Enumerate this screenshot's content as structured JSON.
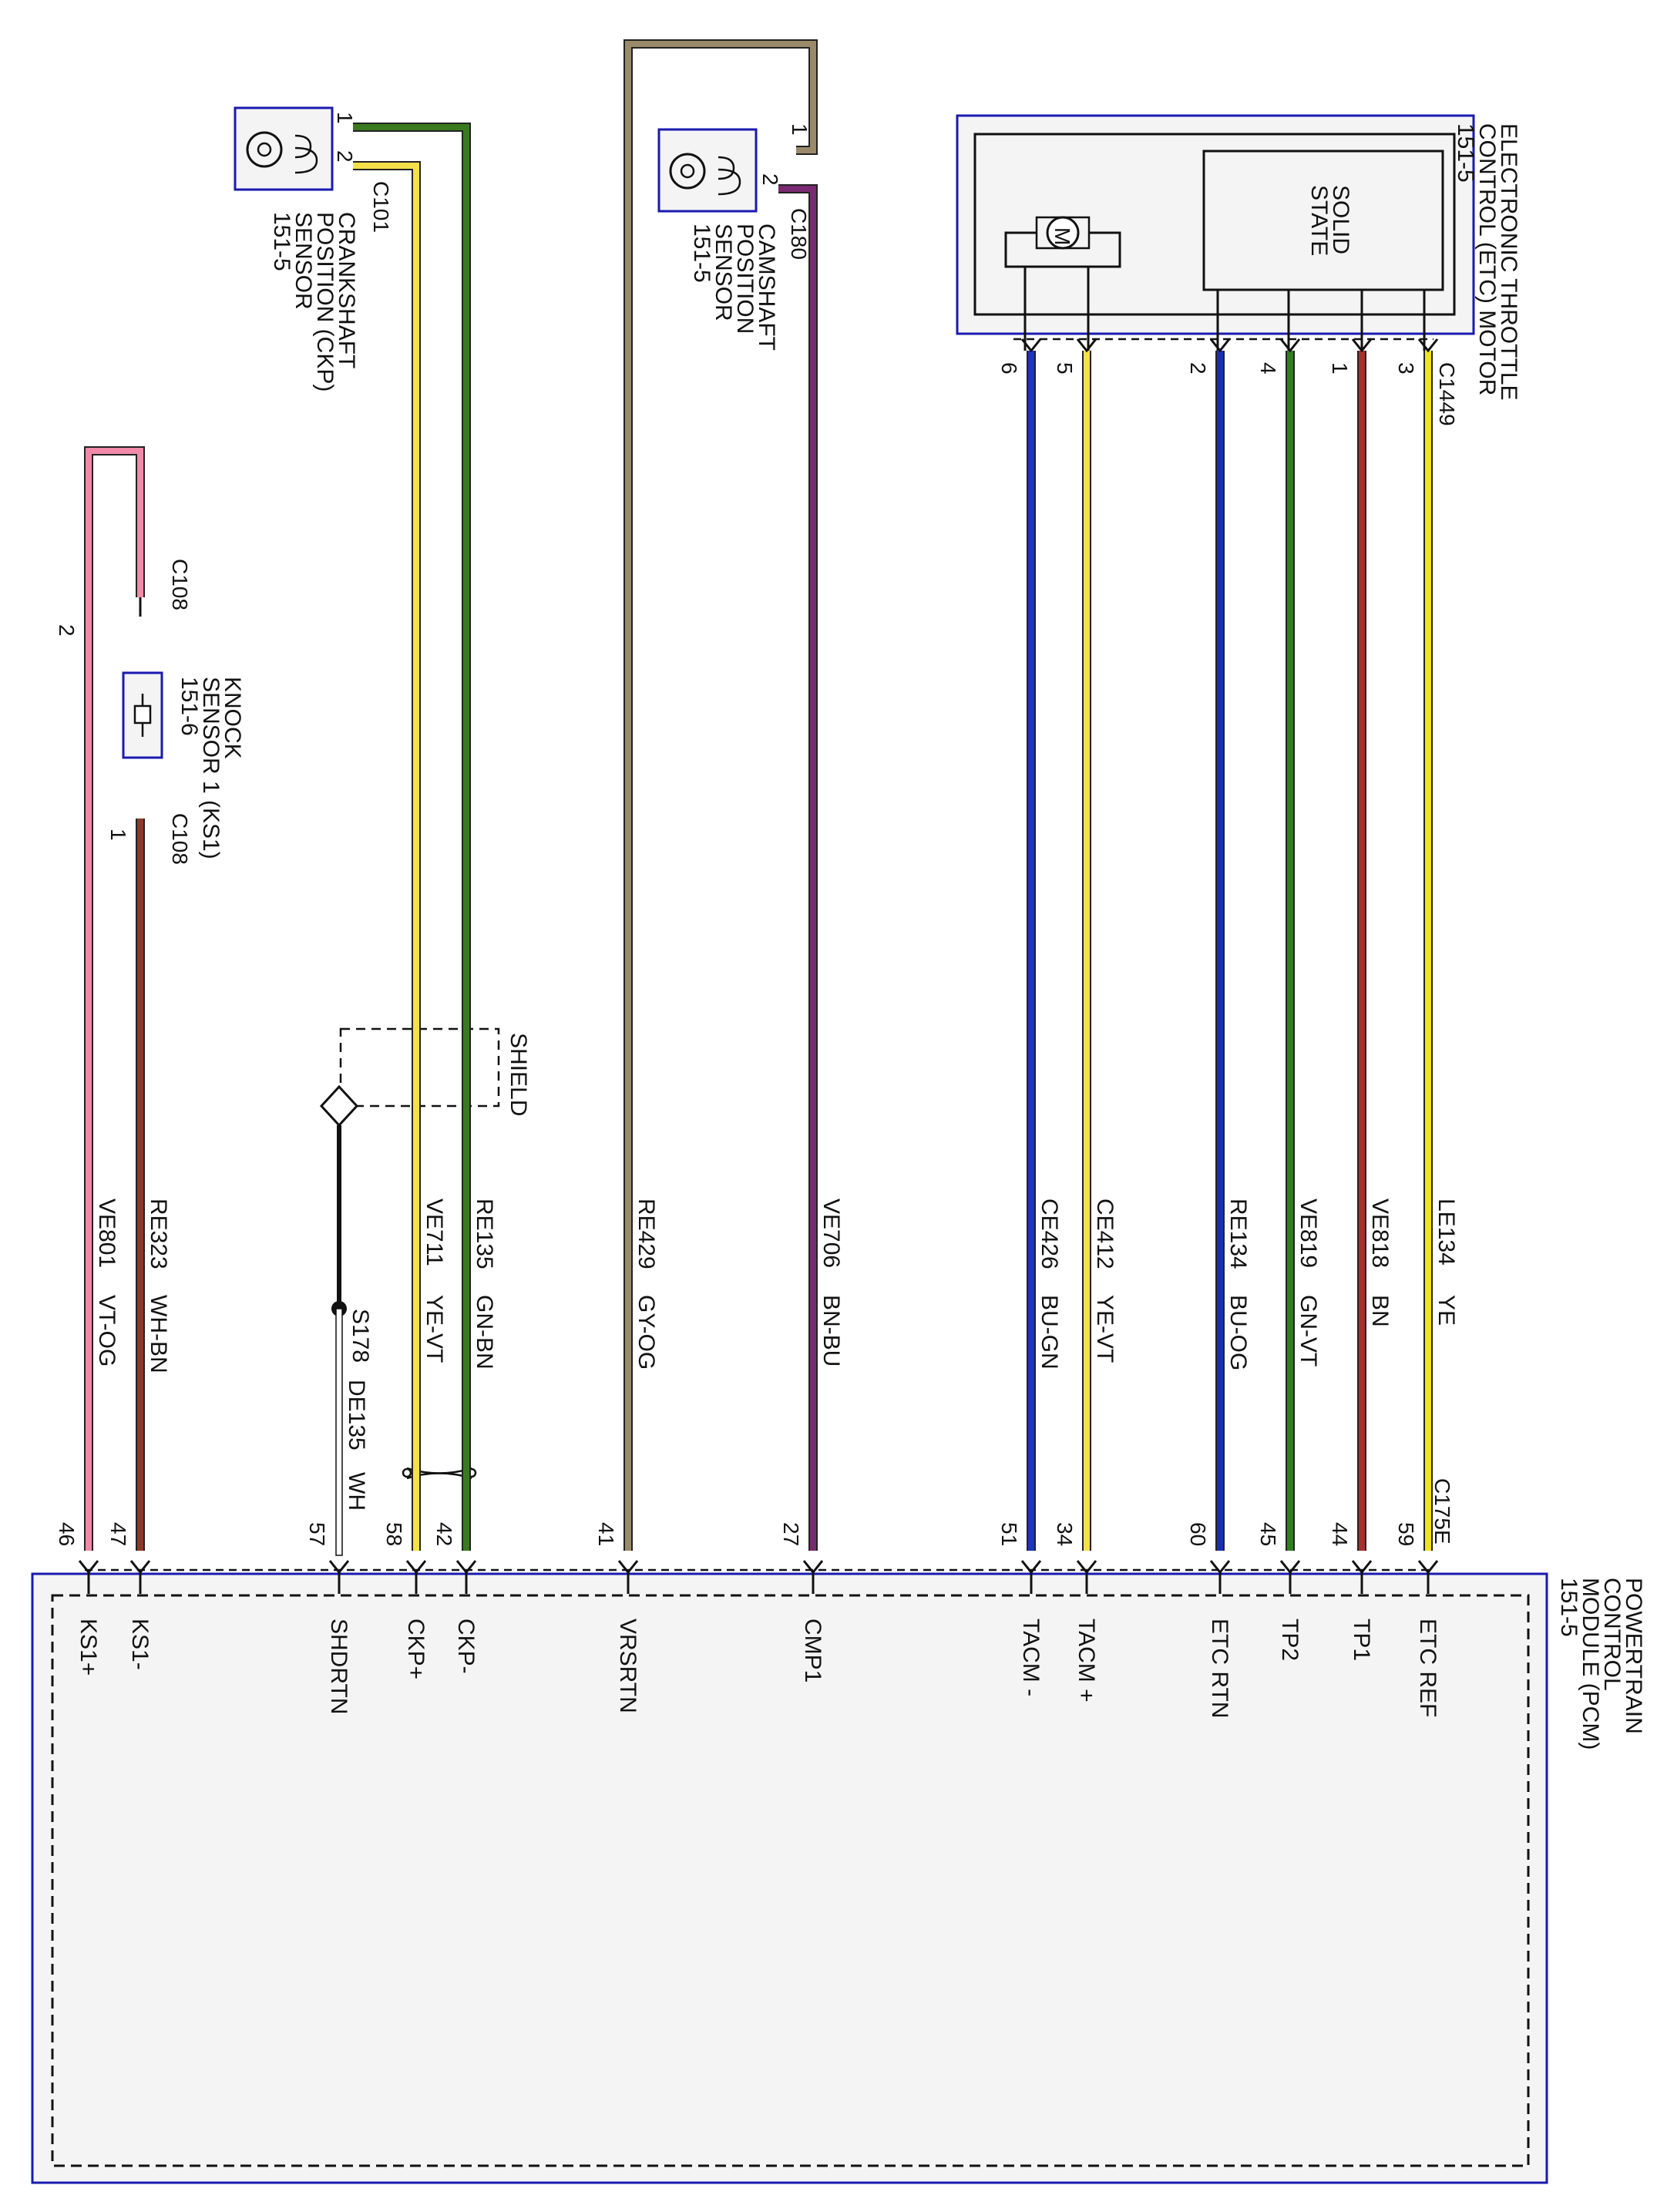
{
  "modules": {
    "pcm": {
      "lines": [
        "POWERTRAIN",
        "CONTROL",
        "MODULE (PCM)",
        "151-5"
      ]
    },
    "etc": {
      "lines": [
        "ELECTRONIC THROTTLE",
        "CONTROL (ETC) MOTOR",
        "151-5"
      ],
      "solid_state": [
        "SOLID",
        "STATE"
      ],
      "motor_symbol": "M",
      "connector": "C1449"
    },
    "cam": {
      "lines": [
        "CAMSHAFT",
        "POSITION",
        "SENSOR",
        "151-5"
      ],
      "connector": "C180"
    },
    "ckp": {
      "lines": [
        "CRANKSHAFT",
        "POSITION (CKP)",
        "SENSOR",
        "151-5"
      ],
      "connector": "C101"
    },
    "knock": {
      "lines": [
        "KNOCK",
        "SENSOR 1 (KS1)",
        "151-6"
      ],
      "connector_top": "C108",
      "connector_bottom": "C108"
    }
  },
  "pcm_connector": "C175E",
  "shield_label": "SHIELD",
  "splice": {
    "name": "S178",
    "circuit": "DE135",
    "color": "WH"
  },
  "wires": [
    {
      "circuit": "LE134",
      "color": "YE",
      "pcm_pin": "59",
      "pcm_signal": "ETC REF",
      "device_pin": "3",
      "hex": "#f2e41c"
    },
    {
      "circuit": "VE818",
      "color": "BN",
      "pcm_pin": "44",
      "pcm_signal": "TP1",
      "device_pin": "1",
      "hex": "#a6302c"
    },
    {
      "circuit": "VE819",
      "color": "GN-VT",
      "pcm_pin": "45",
      "pcm_signal": "TP2",
      "device_pin": "4",
      "hex": "#2f7f1f"
    },
    {
      "circuit": "RE134",
      "color": "BU-OG",
      "pcm_pin": "60",
      "pcm_signal": "ETC RTN",
      "device_pin": "2",
      "hex": "#1a2fb0"
    },
    {
      "circuit": "CE412",
      "color": "YE-VT",
      "pcm_pin": "34",
      "pcm_signal": "TACM +",
      "device_pin": "5",
      "hex": "#f4e04a"
    },
    {
      "circuit": "CE426",
      "color": "BU-GN",
      "pcm_pin": "51",
      "pcm_signal": "TACM -",
      "device_pin": "6",
      "hex": "#1f34c2"
    },
    {
      "circuit": "VE706",
      "color": "BN-BU",
      "pcm_pin": "27",
      "pcm_signal": "CMP1",
      "device_pin": "2",
      "hex": "#7a2a70"
    },
    {
      "circuit": "RE429",
      "color": "GY-OG",
      "pcm_pin": "41",
      "pcm_signal": "VRSRTN",
      "device_pin": "1",
      "hex": "#9a8a6a"
    },
    {
      "circuit": "RE135",
      "color": "GN-BN",
      "pcm_pin": "42",
      "pcm_signal": "CKP-",
      "device_pin": "1",
      "hex": "#3a7a1f"
    },
    {
      "circuit": "VE711",
      "color": "YE-VT",
      "pcm_pin": "58",
      "pcm_signal": "CKP+",
      "device_pin": "2",
      "hex": "#f4e04a"
    },
    {
      "circuit": "",
      "color": "",
      "pcm_pin": "57",
      "pcm_signal": "SHDRTN",
      "device_pin": "",
      "hex": "#999999"
    },
    {
      "circuit": "RE323",
      "color": "WH-BN",
      "pcm_pin": "47",
      "pcm_signal": "KS1-",
      "device_pin": "1",
      "hex": "#8b3a2a"
    },
    {
      "circuit": "VE801",
      "color": "VT-OG",
      "pcm_pin": "46",
      "pcm_signal": "KS1+",
      "device_pin": "2",
      "hex": "#f08aa8"
    }
  ]
}
